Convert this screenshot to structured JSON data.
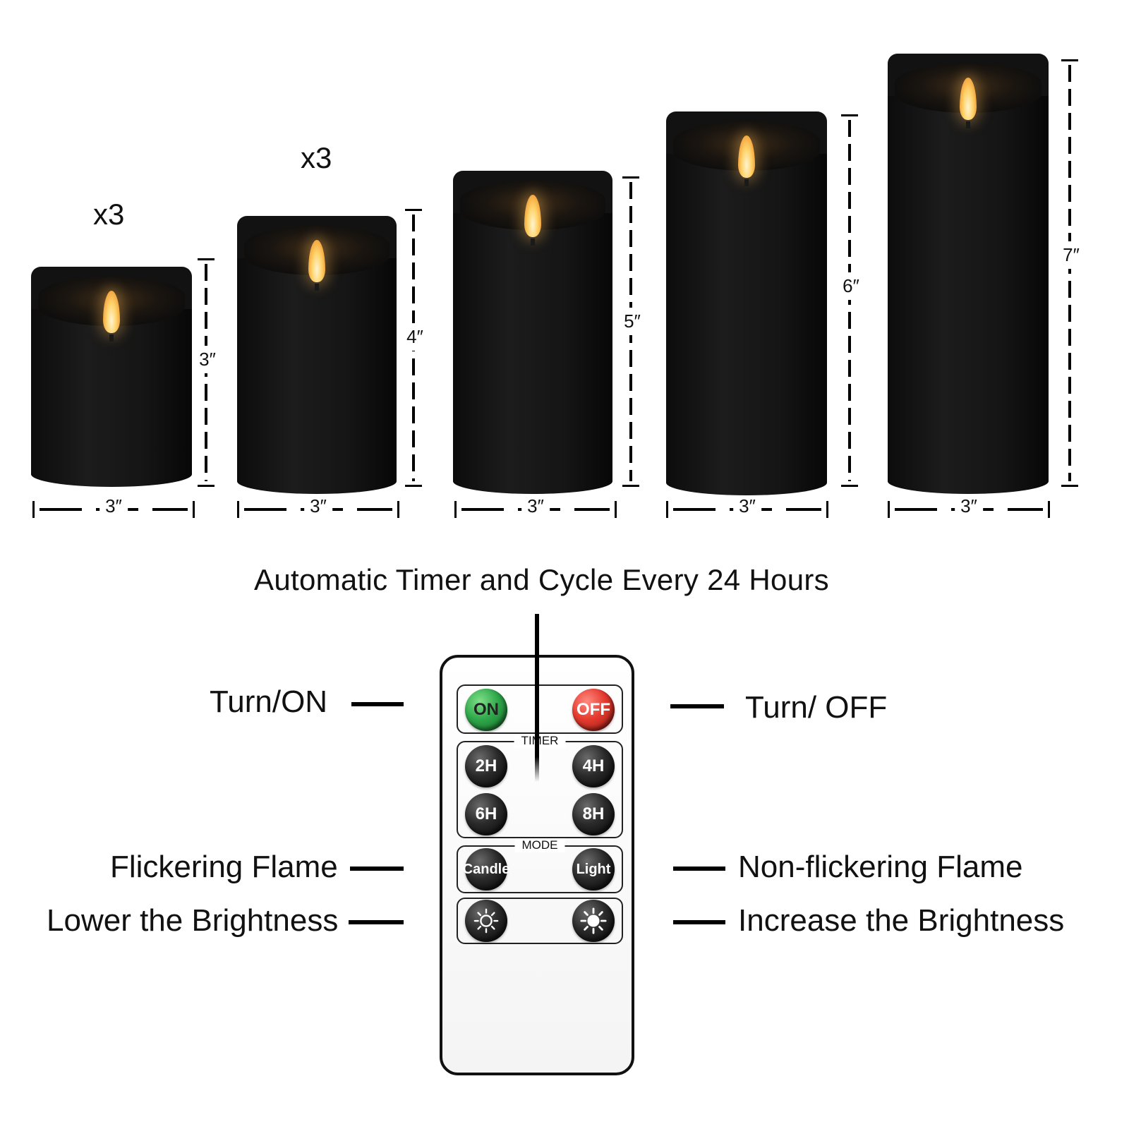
{
  "candles": [
    {
      "count": "x3",
      "height_label": "3″",
      "width_label": "3″"
    },
    {
      "count": "x3",
      "height_label": "4″",
      "width_label": "3″"
    },
    {
      "count": "",
      "height_label": "5″",
      "width_label": "3″"
    },
    {
      "count": "",
      "height_label": "6″",
      "width_label": "3″"
    },
    {
      "count": "",
      "height_label": "7″",
      "width_label": "3″"
    }
  ],
  "headline": "Automatic Timer and Cycle Every 24 Hours",
  "callouts": {
    "turn_on": "Turn/ON",
    "turn_off": "Turn/ OFF",
    "flickering": "Flickering Flame",
    "non_flickering": "Non-flickering Flame",
    "lower_brightness": "Lower the Brightness",
    "increase_brightness": "Increase the Brightness"
  },
  "remote": {
    "on": "ON",
    "off": "OFF",
    "timer_title": "TIMER",
    "timer_buttons": [
      "2H",
      "4H",
      "6H",
      "8H"
    ],
    "mode_title": "MODE",
    "mode_candle": "Candle",
    "mode_light": "Light",
    "icons": [
      "sun-dim-icon",
      "sun-bright-icon"
    ]
  },
  "colors": {
    "candle": "#141414",
    "flame": "#ffd36b",
    "on_button": "#2fa74a",
    "off_button": "#e53a2e",
    "background": "#ffffff"
  }
}
